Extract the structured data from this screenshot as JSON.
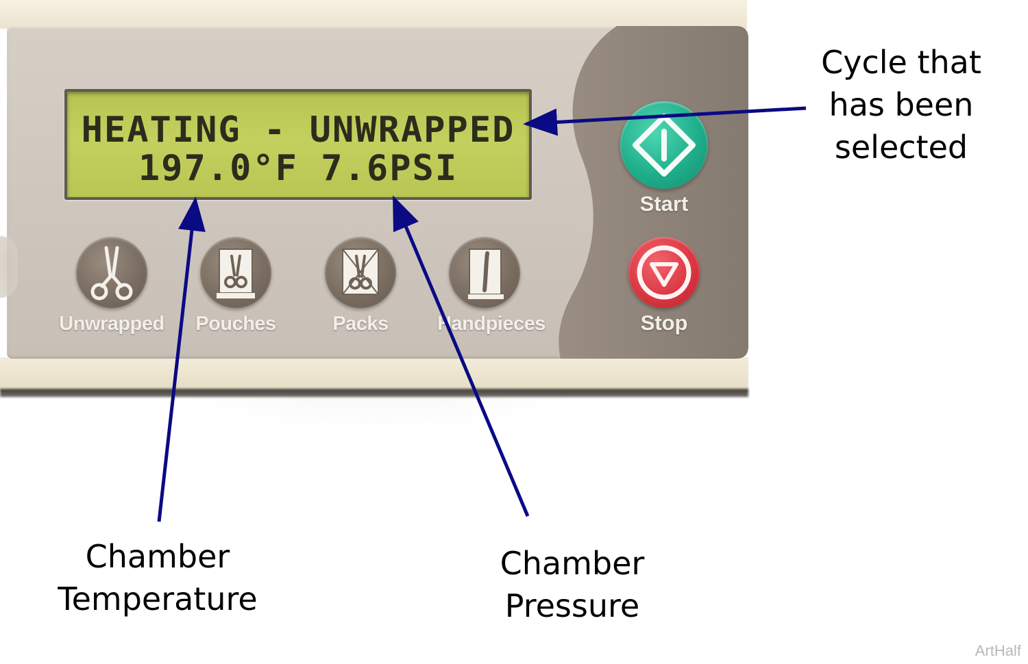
{
  "display": {
    "line1": "HEATING - UNWRAPPED",
    "line2": "197.0°F 7.6PSI"
  },
  "cycle_buttons": [
    {
      "label": "Unwrapped",
      "icon": "scissors-icon"
    },
    {
      "label": "Pouches",
      "icon": "pouch-icon"
    },
    {
      "label": "Packs",
      "icon": "pack-icon"
    },
    {
      "label": "Handpieces",
      "icon": "handpiece-icon"
    }
  ],
  "controls": {
    "start_label": "Start",
    "stop_label": "Stop",
    "start_icon": "start-diamond-icon",
    "stop_icon": "stop-triangle-icon"
  },
  "callouts": {
    "cycle": "Cycle that\nhas been\nselected",
    "temperature": "Chamber\nTemperature",
    "pressure": "Chamber\nPressure"
  },
  "watermark": "ArtHalf",
  "colors": {
    "panel": "#cfc7be",
    "panel_dark": "#8a7e73",
    "lcd": "#c0cc5a",
    "lcd_text": "#2b2d1c",
    "start_green": "#1fae8b",
    "stop_red": "#d8343f",
    "arrow": "#0a0a84"
  }
}
